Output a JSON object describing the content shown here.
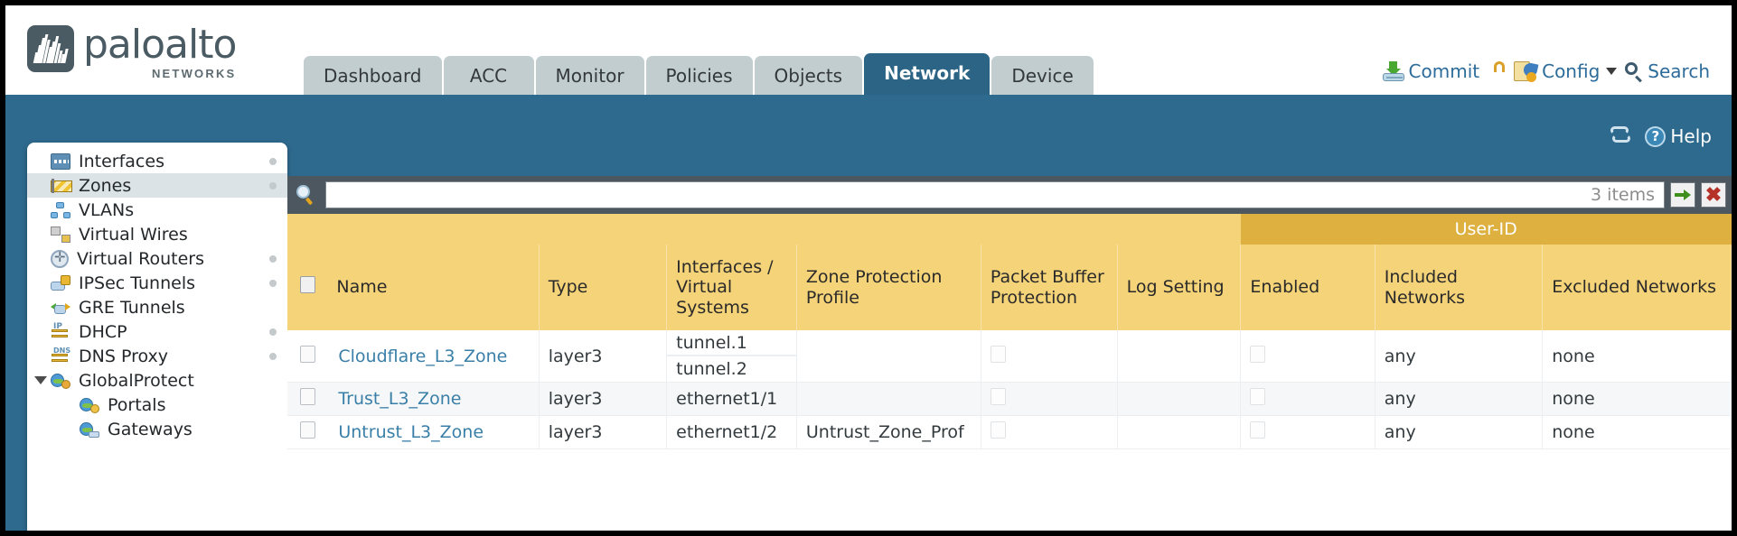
{
  "brand": {
    "name": "paloalto",
    "tagline": "NETWORKS",
    "registered": "®"
  },
  "nav": {
    "tabs": [
      {
        "label": "Dashboard",
        "active": false
      },
      {
        "label": "ACC",
        "active": false
      },
      {
        "label": "Monitor",
        "active": false
      },
      {
        "label": "Policies",
        "active": false
      },
      {
        "label": "Objects",
        "active": false
      },
      {
        "label": "Network",
        "active": true
      },
      {
        "label": "Device",
        "active": false
      }
    ]
  },
  "header_tools": {
    "commit": "Commit",
    "config": "Config",
    "search": "Search",
    "lock_icon": "unlock-icon",
    "commit_icon": "commit-icon",
    "config_icon": "config-wrench-icon",
    "search_icon": "search-icon",
    "caret_icon": "chevron-down-icon"
  },
  "banner": {
    "refresh_icon": "refresh-icon",
    "help_label": "Help",
    "help_icon": "help-question-icon"
  },
  "sidebar": {
    "items": [
      {
        "label": "Interfaces",
        "icon": "interfaces-icon",
        "selected": false,
        "child": false,
        "dot": true
      },
      {
        "label": "Zones",
        "icon": "zones-icon",
        "selected": true,
        "child": false,
        "dot": true
      },
      {
        "label": "VLANs",
        "icon": "vlans-icon",
        "selected": false,
        "child": false,
        "dot": false
      },
      {
        "label": "Virtual Wires",
        "icon": "virtual-wires-icon",
        "selected": false,
        "child": false,
        "dot": false
      },
      {
        "label": "Virtual Routers",
        "icon": "virtual-routers-icon",
        "selected": false,
        "child": false,
        "dot": true
      },
      {
        "label": "IPSec Tunnels",
        "icon": "ipsec-tunnels-icon",
        "selected": false,
        "child": false,
        "dot": true
      },
      {
        "label": "GRE Tunnels",
        "icon": "gre-tunnels-icon",
        "selected": false,
        "child": false,
        "dot": false
      },
      {
        "label": "DHCP",
        "icon": "dhcp-icon",
        "selected": false,
        "child": false,
        "dot": true
      },
      {
        "label": "DNS Proxy",
        "icon": "dns-proxy-icon",
        "selected": false,
        "child": false,
        "dot": true
      },
      {
        "label": "GlobalProtect",
        "icon": "globalprotect-icon",
        "selected": false,
        "child": false,
        "dot": false,
        "expanded": true
      },
      {
        "label": "Portals",
        "icon": "portals-icon",
        "selected": false,
        "child": true,
        "dot": false
      },
      {
        "label": "Gateways",
        "icon": "gateways-icon",
        "selected": false,
        "child": true,
        "dot": false
      }
    ]
  },
  "filter": {
    "value": "",
    "placeholder": "",
    "item_count": "3 items",
    "apply_icon": "apply-filter-arrow-icon",
    "clear_icon": "clear-filter-x-icon",
    "search_icon": "search-icon"
  },
  "table": {
    "group_header": "User-ID",
    "columns": [
      "Name",
      "Type",
      "Interfaces / Virtual Systems",
      "Zone Protection Profile",
      "Packet Buffer Protection",
      "Log Setting",
      "Enabled",
      "Included Networks",
      "Excluded Networks"
    ],
    "rows": [
      {
        "name": "Cloudflare_L3_Zone",
        "type": "layer3",
        "interfaces": [
          "tunnel.1",
          "tunnel.2"
        ],
        "zone_protection_profile": "",
        "packet_buffer_protection": false,
        "log_setting": "",
        "enabled": false,
        "included_networks": "any",
        "excluded_networks": "none"
      },
      {
        "name": "Trust_L3_Zone",
        "type": "layer3",
        "interfaces": [
          "ethernet1/1"
        ],
        "zone_protection_profile": "",
        "packet_buffer_protection": false,
        "log_setting": "",
        "enabled": false,
        "included_networks": "any",
        "excluded_networks": "none"
      },
      {
        "name": "Untrust_L3_Zone",
        "type": "layer3",
        "interfaces": [
          "ethernet1/2"
        ],
        "zone_protection_profile": "Untrust_Zone_Prof",
        "packet_buffer_protection": false,
        "log_setting": "",
        "enabled": false,
        "included_networks": "any",
        "excluded_networks": "none"
      }
    ]
  },
  "colors": {
    "brand_blue": "#2e6a8e",
    "tab_active": "#2c6485",
    "tab_inactive": "#c2cdd0",
    "header_amber": "#f5d378",
    "group_amber": "#ddb03f",
    "link_blue": "#3a7fa8",
    "toolbar_dark": "#4c5760"
  }
}
